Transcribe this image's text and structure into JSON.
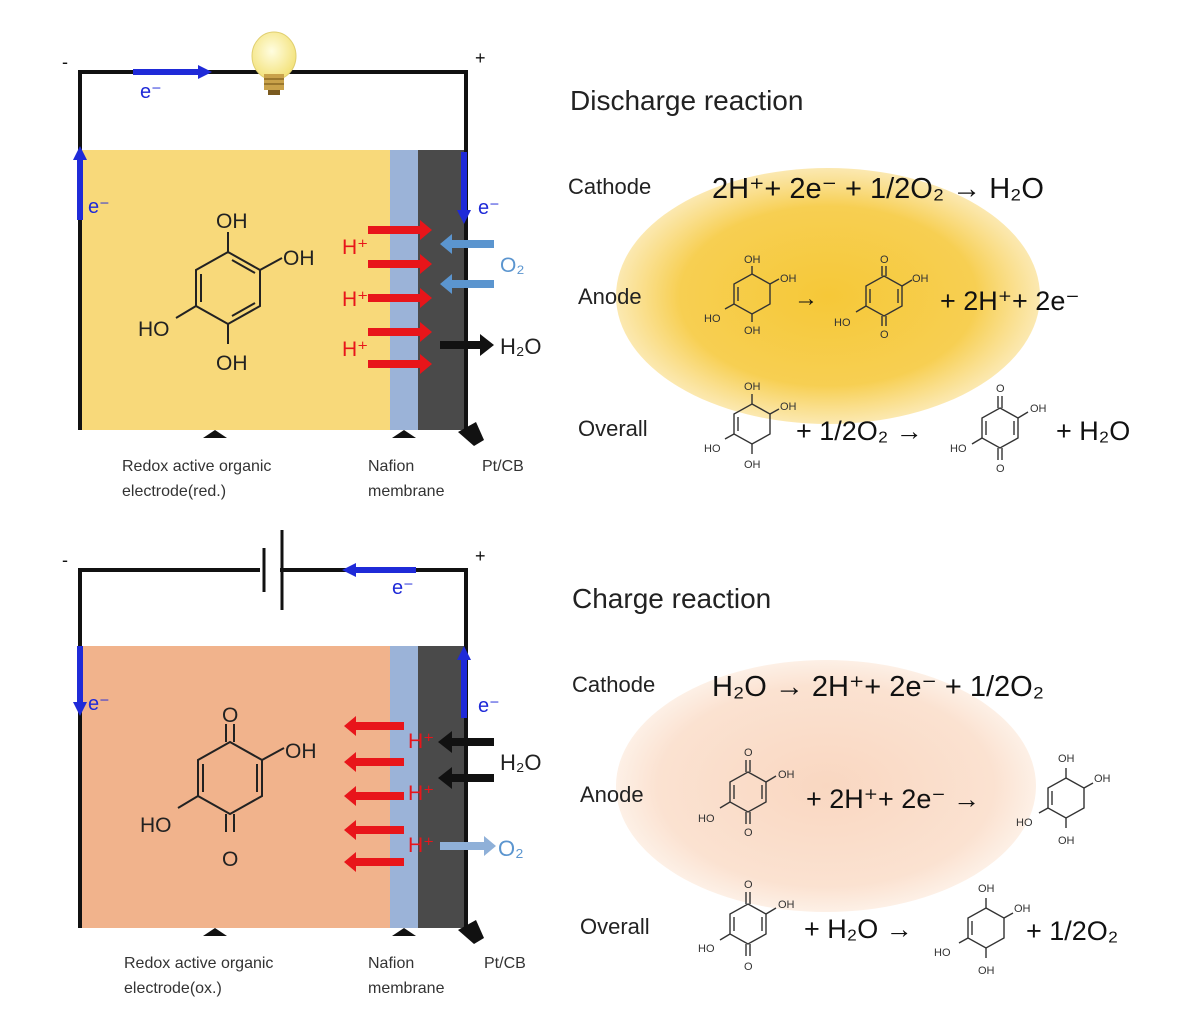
{
  "colors": {
    "discharge_fill": "#f8d97a",
    "charge_fill": "#f1b38c",
    "membrane": "#9bb3d8",
    "catalyst": "#4a4a4a",
    "electron": "#1f2ad8",
    "proton": "#e8151a",
    "oxygen": "#5b95cf",
    "glow_discharge": "#f6c838",
    "glow_charge": "#fbe0cc"
  },
  "icons": [
    "light-bulb-icon",
    "battery-icon",
    "hydroquinone-structure",
    "benzoquinone-structure"
  ],
  "discharge_cell": {
    "terminal_minus": "-",
    "terminal_plus": "+",
    "e_top": "e⁻",
    "e_left": "e⁻",
    "e_right": "e⁻",
    "protons": [
      "H⁺",
      "H⁺",
      "H⁺"
    ],
    "oxygen": "O₂",
    "water": "H₂O",
    "oh_top": "OH",
    "oh_right": "OH",
    "ho_left": "HO",
    "oh_bottom": "OH",
    "electrode_label_line1": "Redox active organic",
    "electrode_label_line2": "electrode(red.)",
    "membrane_label_line1": "Nafion",
    "membrane_label_line2": "membrane",
    "catalyst_label": "Pt/CB"
  },
  "charge_cell": {
    "terminal_minus": "-",
    "terminal_plus": "+",
    "e_top": "e⁻",
    "e_left": "e⁻",
    "e_right": "e⁻",
    "protons": [
      "H⁺",
      "H⁺",
      "H⁺"
    ],
    "oxygen": "O₂",
    "water": "H₂O",
    "o_top": "O",
    "oh_right": "OH",
    "ho_left": "HO",
    "o_bottom": "O",
    "electrode_label_line1": "Redox active organic",
    "electrode_label_line2": "electrode(ox.)",
    "membrane_label_line1": "Nafion",
    "membrane_label_line2": "membrane",
    "catalyst_label": "Pt/CB"
  },
  "discharge_reaction": {
    "title": "Discharge reaction",
    "cathode_label": "Cathode",
    "cathode_eq": "2H⁺+ 2e⁻ + 1/2O₂ → H₂O",
    "anode_label": "Anode",
    "anode_arrow": "→",
    "anode_products": "+ 2H⁺+ 2e⁻",
    "overall_label": "Overall",
    "overall_mid": "+ 1/2O₂ →",
    "overall_end": "+ H₂O"
  },
  "charge_reaction": {
    "title": "Charge reaction",
    "cathode_label": "Cathode",
    "cathode_eq": "H₂O → 2H⁺+ 2e⁻ + 1/2O₂",
    "anode_label": "Anode",
    "anode_mid": "+ 2H⁺+ 2e⁻ →",
    "overall_label": "Overall",
    "overall_mid": "+ H₂O →",
    "overall_end": "+ 1/2O₂"
  },
  "small_labels": {
    "oh": "OH",
    "ho": "HO",
    "o": "O"
  }
}
